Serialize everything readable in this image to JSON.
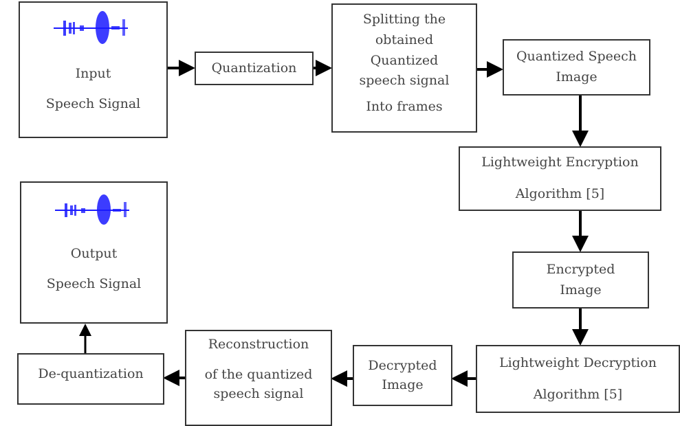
{
  "diagram": {
    "nodes": {
      "input": {
        "lines": [
          "Input",
          "Speech Signal"
        ],
        "icon": "waveform-icon"
      },
      "quantization": {
        "lines": [
          "Quantization"
        ]
      },
      "splitting": {
        "lines": [
          "Splitting the",
          "obtained",
          "Quantized",
          "speech signal",
          "Into frames"
        ]
      },
      "quantized_image": {
        "lines": [
          "Quantized Speech",
          "Image"
        ]
      },
      "encryption": {
        "lines": [
          "Lightweight Encryption",
          "Algorithm [5]"
        ]
      },
      "encrypted_image": {
        "lines": [
          "Encrypted",
          "Image"
        ]
      },
      "decryption": {
        "lines": [
          "Lightweight Decryption",
          "Algorithm [5]"
        ]
      },
      "decrypted_image": {
        "lines": [
          "Decrypted",
          "Image"
        ]
      },
      "reconstruction": {
        "lines": [
          "Reconstruction",
          "of the quantized",
          "speech signal"
        ]
      },
      "dequantization": {
        "lines": [
          "De-quantization"
        ]
      },
      "output": {
        "lines": [
          "Output",
          "Speech Signal"
        ],
        "icon": "waveform-icon"
      }
    },
    "edges": [
      [
        "input",
        "quantization"
      ],
      [
        "quantization",
        "splitting"
      ],
      [
        "splitting",
        "quantized_image"
      ],
      [
        "quantized_image",
        "encryption"
      ],
      [
        "encryption",
        "encrypted_image"
      ],
      [
        "encrypted_image",
        "decryption"
      ],
      [
        "decryption",
        "decrypted_image"
      ],
      [
        "decrypted_image",
        "reconstruction"
      ],
      [
        "reconstruction",
        "dequantization"
      ],
      [
        "dequantization",
        "output"
      ]
    ],
    "colors": {
      "waveform": "#1a1aff",
      "border": "#333333",
      "text": "#444444"
    }
  }
}
